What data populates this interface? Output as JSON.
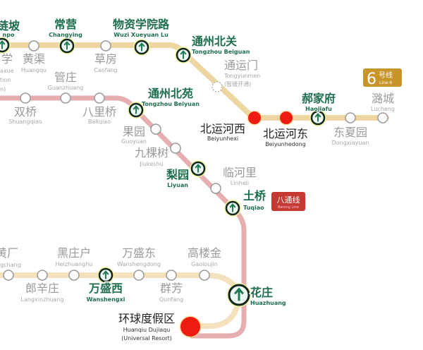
{
  "lines": {
    "line6": {
      "badge_number": "6",
      "badge_cn": "号线",
      "badge_en": "Line 6",
      "color": "#eed6a3",
      "badge_color": "#c8952a"
    },
    "batong": {
      "badge_cn": "八通线",
      "badge_en": "Batong Line",
      "color": "#e6aeae",
      "badge_color": "#c43a32"
    },
    "line7": {
      "color": "#f4e1bd"
    }
  },
  "colors": {
    "interchange_label": "#1d6e4c",
    "new_station": "#ee1c10"
  },
  "stations": [
    {
      "name": "链坡",
      "pinyin": "npo",
      "type": "interchange"
    },
    {
      "name": "黄渠",
      "pinyin": "Huangqu",
      "type": "regular"
    },
    {
      "name": "常营",
      "pinyin": "Changying",
      "type": "interchange"
    },
    {
      "name": "草房",
      "pinyin": "Caofang",
      "type": "regular"
    },
    {
      "name": "物资学院路",
      "pinyin": "Wuzi Xueyuan Lu",
      "type": "interchange"
    },
    {
      "name": "通州北关",
      "pinyin": "Tongzhou Beiguan",
      "type": "interchange"
    },
    {
      "name": "通运门",
      "pinyin": "Tongyunmen",
      "type": "unopened",
      "note": "(暂缓开通)"
    },
    {
      "name": "北运河西",
      "pinyin": "Beiyunhexi",
      "type": "new"
    },
    {
      "name": "北运河东",
      "pinyin": "Beiyunhedong",
      "type": "new"
    },
    {
      "name": "郝家府",
      "pinyin": "Haojiafu",
      "type": "interchange"
    },
    {
      "name": "东夏园",
      "pinyin": "Dongxiayuan",
      "type": "regular"
    },
    {
      "name": "潞城",
      "pinyin": "Lucheng",
      "type": "regular"
    },
    {
      "name": "双桥",
      "pinyin": "Shuangqiao",
      "type": "regular"
    },
    {
      "name": "管庄",
      "pinyin": "Guanzhuang",
      "type": "regular"
    },
    {
      "name": "八里桥",
      "pinyin": "Baliqiao",
      "type": "regular"
    },
    {
      "name": "通州北苑",
      "pinyin": "Tongzhou Beiyuan",
      "type": "interchange"
    },
    {
      "name": "果园",
      "pinyin": "Guoyuan",
      "type": "regular"
    },
    {
      "name": "九棵树",
      "pinyin": "Jiukeshu",
      "type": "regular"
    },
    {
      "name": "梨园",
      "pinyin": "Liyuan",
      "type": "interchange"
    },
    {
      "name": "临河里",
      "pinyin": "Linheli",
      "type": "regular"
    },
    {
      "name": "土桥",
      "pinyin": "Tuqiao",
      "type": "interchange"
    },
    {
      "name": "黄厂",
      "pinyin": "angchang",
      "type": "regular"
    },
    {
      "name": "郎辛庄",
      "pinyin": "Langxinzhuang",
      "type": "regular"
    },
    {
      "name": "黑庄户",
      "pinyin": "Heizhuanghu",
      "type": "regular"
    },
    {
      "name": "万盛西",
      "pinyin": "Wanshengxi",
      "type": "interchange"
    },
    {
      "name": "万盛东",
      "pinyin": "Wanshengdong",
      "type": "regular"
    },
    {
      "name": "群芳",
      "pinyin": "Qunfang",
      "type": "regular"
    },
    {
      "name": "高楼金",
      "pinyin": "Gaoloujin",
      "type": "regular"
    },
    {
      "name": "花庄",
      "pinyin": "Huazhuang",
      "type": "interchange"
    },
    {
      "name": "环球度假区",
      "pinyin": "Huanqiu Dujiaqu",
      "type": "new",
      "note": "(Universal Resort)"
    }
  ],
  "partial_label": {
    "cn": "学",
    "lines": [
      "axue",
      "tion",
      "n)"
    ]
  }
}
